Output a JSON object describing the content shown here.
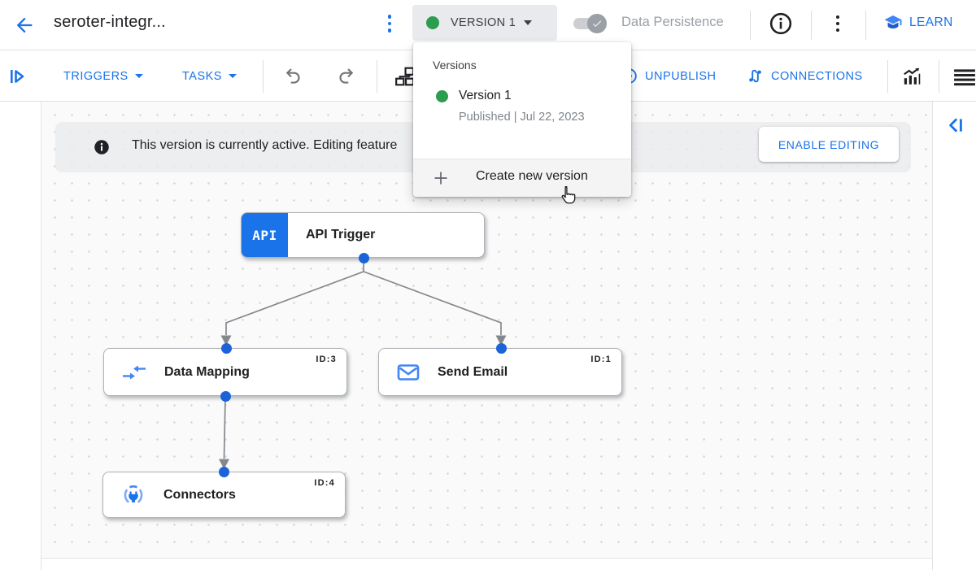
{
  "topbar": {
    "title": "seroter-integr...",
    "version_button_label": "VERSION 1",
    "data_persistence_label": "Data Persistence",
    "learn_label": "LEARN"
  },
  "toolbar": {
    "triggers_label": "TRIGGERS",
    "tasks_label": "TASKS",
    "unpublish_label": "UNPUBLISH",
    "connections_label": "CONNECTIONS"
  },
  "banner": {
    "message": "This version is currently active. Editing feature",
    "enable_editing_label": "ENABLE EDITING"
  },
  "version_menu": {
    "header": "Versions",
    "versions": [
      {
        "name": "Version 1",
        "status": "Published | Jul 22, 2023"
      }
    ],
    "create_label": "Create new version"
  },
  "canvas": {
    "nodes": [
      {
        "title": "API Trigger",
        "badge": "API",
        "id_label": "",
        "icon": "api"
      },
      {
        "title": "Data Mapping",
        "id_label": "ID:3",
        "icon": "data-mapping"
      },
      {
        "title": "Send Email",
        "id_label": "ID:1",
        "icon": "email"
      },
      {
        "title": "Connectors",
        "id_label": "ID:4",
        "icon": "connector-plug"
      }
    ]
  },
  "colors": {
    "accent_blue": "#1a73e8",
    "icon_blue": "#4285f4",
    "published_green": "#2d9c4f",
    "node_dot_blue": "#1b63d8",
    "edge_gray": "#84888d",
    "banner_gray": "#e9eaed",
    "text_dark": "#202124",
    "text_gray": "#80868b"
  }
}
